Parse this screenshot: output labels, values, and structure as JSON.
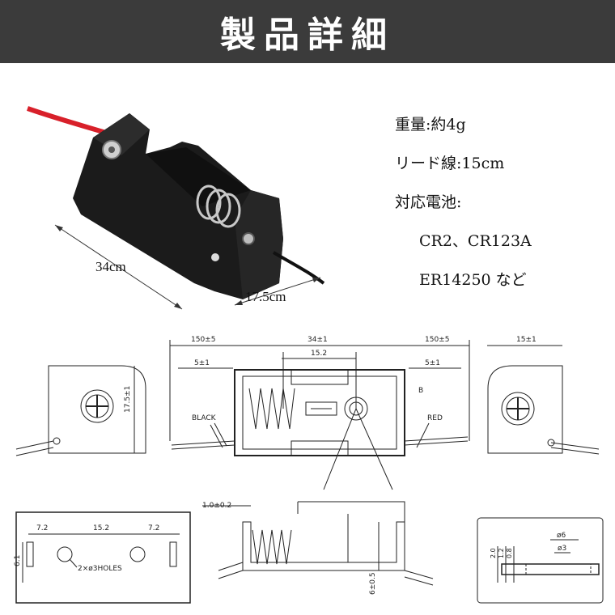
{
  "header": {
    "title": "製品詳細"
  },
  "specs": {
    "weight": "重量:約4g",
    "lead": "リード線:15cm",
    "batteries_label": "対応電池:",
    "models": [
      "CR2、CR123A",
      "ER14250 など"
    ]
  },
  "photo": {
    "length_label": "34cm",
    "width_label": "17.5cm"
  },
  "drawing": {
    "top_dims": [
      "150±5",
      "34±1",
      "150±5",
      "15±1"
    ],
    "pitch": "15.2",
    "end_len": "5±1",
    "height": "17.5±1",
    "wire_black": "BLACK",
    "wire_red": "RED",
    "marker_b": "B",
    "bottom_dims": [
      "7.2",
      "15.2",
      "7.2"
    ],
    "bottom_side": "6.1",
    "holes": "2×ø3HOLES",
    "side_top": "1.0±0.2",
    "side_height": "6±0.5",
    "detail_d1": "ø6",
    "detail_d2": "ø3",
    "detail_t": [
      "2.0",
      "1.2",
      "0.8"
    ]
  },
  "colors": {
    "banner": "#3b3b3b",
    "holder": "#1a1a1a",
    "red_wire": "#d8202a",
    "line": "#222222"
  }
}
